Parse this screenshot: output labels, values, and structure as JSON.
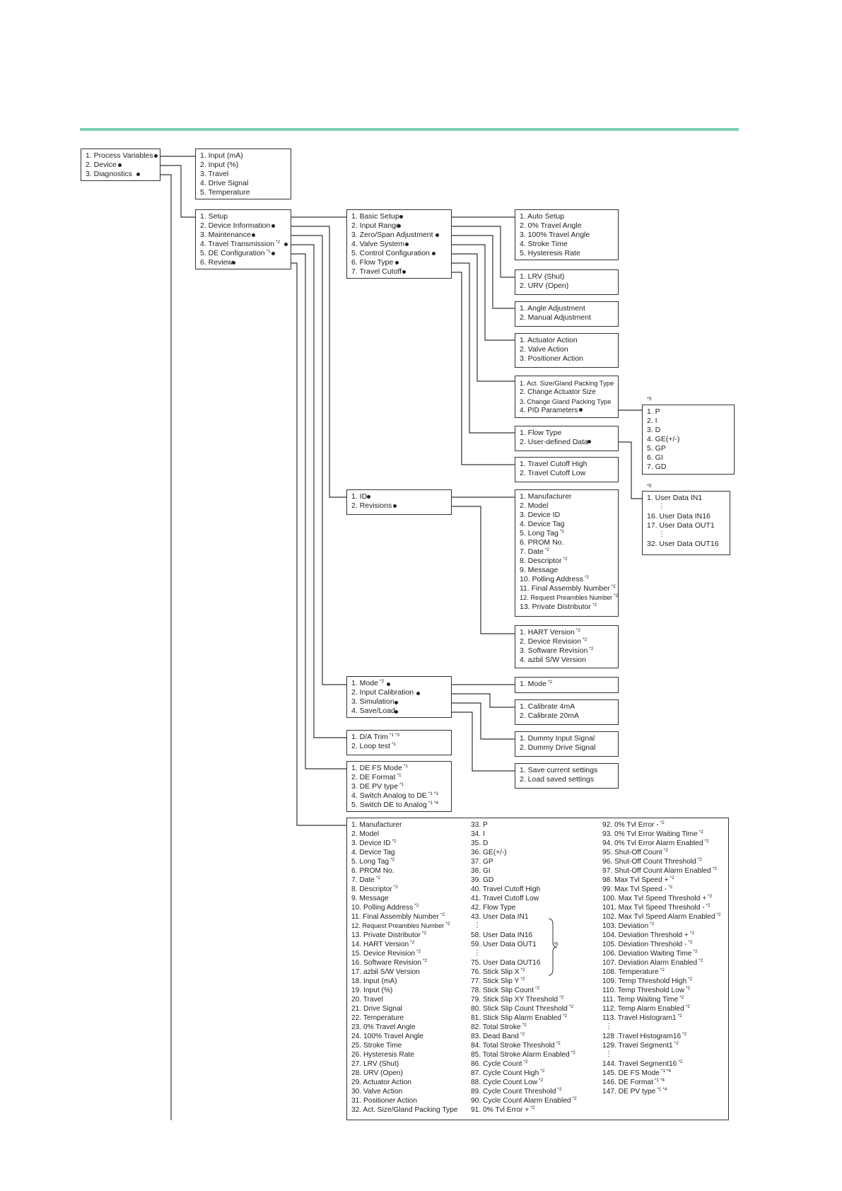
{
  "accent_color": "#7ccfb0",
  "notes": {
    "pid": "*5",
    "userdata": "*6",
    "group": "*6"
  },
  "boxes": {
    "root": [
      "1. Process Variables",
      "2. Device",
      "3. Diagnostics"
    ],
    "pv": [
      "1. Input (mA)",
      "2. Input (%)",
      "3. Travel",
      "4. Drive Signal",
      "5. Temperature"
    ],
    "device": [
      {
        "t": "1. Setup"
      },
      {
        "t": "2. Device Information"
      },
      {
        "t": "3. Maintenance"
      },
      {
        "t": "4. Travel Transmission",
        "s": "*2"
      },
      {
        "t": "5. DE Configuration",
        "s": "*1"
      },
      {
        "t": "6. Review"
      }
    ],
    "setup": [
      "1. Basic Setup",
      "2. Input Range",
      "3. Zero/Span Adjustment",
      "4. Valve System",
      "5. Control Configuration",
      "6. Flow Type",
      "7. Travel Cutoff"
    ],
    "basic": [
      "1. Auto Setup",
      "2. 0% Travel Angle",
      "3. 100% Travel Angle",
      "4. Stroke Time",
      "5. Hysteresis Rate"
    ],
    "range": [
      "1. LRV (Shut)",
      "2. URV (Open)"
    ],
    "zerospan": [
      "1. Angle Adjustment",
      "2. Manual Adjustment"
    ],
    "valvesys": [
      "1. Actuator Action",
      "2. Valve Action",
      "3. Positioner Action"
    ],
    "control": [
      "1. Act. Size/Gland Packing Type",
      "2. Change Actuator Size",
      "3. Change Gland Packing Type",
      "4. PID Parameters"
    ],
    "pid": [
      "1. P",
      "2. I",
      "3. D",
      "4. GE(+/-)",
      "5. GP",
      "6. GI",
      "7. GD"
    ],
    "flowtype": [
      "1. Flow Type",
      "2. User-defined Data"
    ],
    "userdata": [
      "1. User Data IN1",
      "⋮",
      "16. User Data IN16",
      "17. User Data OUT1",
      "⋮",
      "32. User Data OUT16"
    ],
    "cutoff": [
      "1. Travel Cutoff High",
      "2. Travel Cutoff Low"
    ],
    "devinfo": [
      "1. ID",
      "2. Revisions"
    ],
    "id": [
      {
        "t": "1. Manufacturer"
      },
      {
        "t": "2. Model"
      },
      {
        "t": "3. Device ID"
      },
      {
        "t": "4. Device Tag"
      },
      {
        "t": "5. Long Tag",
        "s": "*2"
      },
      {
        "t": "6. PROM No."
      },
      {
        "t": "7. Date",
        "s": "*2"
      },
      {
        "t": "8. Descriptor",
        "s": "*2"
      },
      {
        "t": "9. Message"
      },
      {
        "t": "10. Polling Address",
        "s": "*2"
      },
      {
        "t": "11. Final Assembly Number",
        "s": "*2"
      },
      {
        "t": "12. Request Preambles Number",
        "s": "*2"
      },
      {
        "t": "13. Private Distributor",
        "s": "*2"
      }
    ],
    "revisions": [
      {
        "t": "1. HART Version",
        "s": "*2"
      },
      {
        "t": "2. Device Revision",
        "s": "*2"
      },
      {
        "t": "3. Software Revision",
        "s": "*2"
      },
      {
        "t": "4. azbil S/W Version"
      }
    ],
    "maint": [
      {
        "t": "1. Mode",
        "s": "*2"
      },
      {
        "t": "2. Input Calibration"
      },
      {
        "t": "3. Simulation"
      },
      {
        "t": "4. Save/Load"
      }
    ],
    "mode": [
      {
        "t": "1. Mode",
        "s": "*2"
      }
    ],
    "calib": [
      "1. Calibrate 4mA",
      "2. Calibrate 20mA"
    ],
    "travtrans": [
      {
        "t": "1. D/A Trim",
        "s": "*1 *3"
      },
      {
        "t": "2. Loop test",
        "s": "*1"
      }
    ],
    "simulation": [
      "1. Dummy Input Signal",
      "2. Dummy Drive Signal"
    ],
    "decfg": [
      {
        "t": "1. DE FS Mode",
        "s": "*1"
      },
      {
        "t": "2. DE Format",
        "s": "*1"
      },
      {
        "t": "3. DE PV type",
        "s": "*1"
      },
      {
        "t": "4. Switch Analog to DE",
        "s": "*1 *3"
      },
      {
        "t": "5. Switch DE to Analog",
        "s": "*1 *4"
      }
    ],
    "saveload": [
      "1. Save current settings",
      "2. Load saved settings"
    ]
  },
  "review": {
    "col1": [
      {
        "t": "1. Manufacturer"
      },
      {
        "t": "2. Model"
      },
      {
        "t": "3. Device ID",
        "s": "*2"
      },
      {
        "t": "4. Device Tag"
      },
      {
        "t": "5. Long Tag",
        "s": "*2"
      },
      {
        "t": "6. PROM No."
      },
      {
        "t": "7. Date",
        "s": "*2"
      },
      {
        "t": "8. Descriptor",
        "s": "*2"
      },
      {
        "t": "9. Message"
      },
      {
        "t": "10. Polling Address",
        "s": "*2"
      },
      {
        "t": "11. Final Assembly Number",
        "s": "*2"
      },
      {
        "t": "12. Request Preambles Number",
        "s": "*2"
      },
      {
        "t": "13. Private Distributor",
        "s": "*2"
      },
      {
        "t": "14. HART Version",
        "s": "*2"
      },
      {
        "t": "15. Device Revision",
        "s": "*2"
      },
      {
        "t": "16. Software Revision",
        "s": "*2"
      },
      {
        "t": "17. azbil S/W Version"
      },
      {
        "t": "18. Input (mA)"
      },
      {
        "t": "19. Input (%)"
      },
      {
        "t": "20. Travel"
      },
      {
        "t": "21. Drive Signal"
      },
      {
        "t": "22. Temperature"
      },
      {
        "t": "23. 0% Travel Angle"
      },
      {
        "t": "24. 100% Travel Angle"
      },
      {
        "t": "25. Stroke Time"
      },
      {
        "t": "26. Hysteresis Rate"
      },
      {
        "t": "27. LRV (Shut)"
      },
      {
        "t": "28. URV (Open)"
      },
      {
        "t": "29. Actuator Action"
      },
      {
        "t": "30. Valve Action"
      },
      {
        "t": "31. Positioner Action"
      },
      {
        "t": "32. Act. Size/Gland Packing Type"
      }
    ],
    "col2": [
      {
        "t": "33. P"
      },
      {
        "t": "34. I"
      },
      {
        "t": "35. D"
      },
      {
        "t": "36. GE(+/-)"
      },
      {
        "t": "37. GP"
      },
      {
        "t": "38. GI"
      },
      {
        "t": "39. GD"
      },
      {
        "t": "40. Travel Cutoff High"
      },
      {
        "t": "41. Travel Cutoff Low"
      },
      {
        "t": "42. Flow Type"
      },
      {
        "t": "43. User Data IN1"
      },
      {
        "t": "⋮"
      },
      {
        "t": "58. User Data IN16"
      },
      {
        "t": "59. User Data OUT1"
      },
      {
        "t": "⋮"
      },
      {
        "t": "75. User Data OUT16"
      },
      {
        "t": "76. Stick Slip X",
        "s": "*2"
      },
      {
        "t": "77. Stick Slip Y",
        "s": "*2"
      },
      {
        "t": "78. Stick Slip Count",
        "s": "*2"
      },
      {
        "t": "79. Stick Slip XY Threshold",
        "s": "*2"
      },
      {
        "t": "80. Stick Slip Count Threshold",
        "s": "*2"
      },
      {
        "t": "81. Stick Slip Alarm Enabled",
        "s": "*2"
      },
      {
        "t": "82. Total Stroke",
        "s": "*2"
      },
      {
        "t": "83. Dead Band",
        "s": "*2"
      },
      {
        "t": "84. Total Stroke Threshold",
        "s": "*2"
      },
      {
        "t": "85. Total Stroke Alarm Enabled",
        "s": "*2"
      },
      {
        "t": "86. Cycle Count",
        "s": "*2"
      },
      {
        "t": "87. Cycle Count High",
        "s": "*2"
      },
      {
        "t": "88. Cycle Count Low",
        "s": "*2"
      },
      {
        "t": "89. Cycle Count Threshold",
        "s": "*2"
      },
      {
        "t": "90. Cycle Count Alarm Enabled",
        "s": "*2"
      },
      {
        "t": "91. 0% Tvl Error +",
        "s": "*2"
      }
    ],
    "col3": [
      {
        "t": "92. 0% Tvl Error -",
        "s": "*2"
      },
      {
        "t": "93. 0% Tvl Error Waiting Time",
        "s": "*2"
      },
      {
        "t": "94. 0% Tvl Error Alarm Enabled",
        "s": "*2"
      },
      {
        "t": "95. Shut-Off Count",
        "s": "*2"
      },
      {
        "t": "96. Shut-Off Count Threshold",
        "s": "*2"
      },
      {
        "t": "97. Shut-Off Count Alarm Enabled",
        "s": "*2"
      },
      {
        "t": "98. Max Tvl Speed +",
        "s": "*2"
      },
      {
        "t": "99. Max Tvl Speed -",
        "s": "*2"
      },
      {
        "t": "100. Max Tvl Speed Threshold +",
        "s": "*2"
      },
      {
        "t": "101. Max Tvl Speed Threshold -",
        "s": "*2"
      },
      {
        "t": "102. Max Tvl Speed Alarm Enabled",
        "s": "*2"
      },
      {
        "t": "103. Deviation",
        "s": "*2"
      },
      {
        "t": "104. Deviation Threshold +",
        "s": "*2"
      },
      {
        "t": "105. Deviation Threshold -",
        "s": "*2"
      },
      {
        "t": "106. Deviation Waiting Time",
        "s": "*2"
      },
      {
        "t": "107. Deviation Alarm Enabled",
        "s": "*2"
      },
      {
        "t": "108. Temperature",
        "s": "*2"
      },
      {
        "t": "109. Temp Threshold High",
        "s": "*2"
      },
      {
        "t": "110. Temp Threshold Low",
        "s": "*2"
      },
      {
        "t": "111. Temp Waiting Time",
        "s": "*2"
      },
      {
        "t": "112. Temp Alarm Enabled",
        "s": "*2"
      },
      {
        "t": "113. Travel Histogram1",
        "s": "*2"
      },
      {
        "t": "⋮"
      },
      {
        "t": "128 .Travel Histogram16",
        "s": "*2"
      },
      {
        "t": "129. Travel Segment1",
        "s": "*2"
      },
      {
        "t": "⋮"
      },
      {
        "t": "144. Travel Segment16",
        "s": "*2"
      },
      {
        "t": "145. DE FS Mode",
        "s": "*1 *4"
      },
      {
        "t": "146. DE Format",
        "s": "*1 *4"
      },
      {
        "t": "147. DE PV type",
        "s": "*1 *4"
      }
    ]
  }
}
